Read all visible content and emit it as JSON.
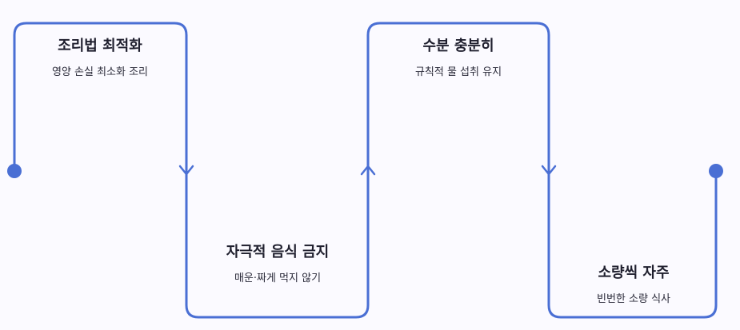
{
  "accent": "#4a6fd4",
  "steps": [
    {
      "title": "조리법 최적화",
      "desc": "영양 손실 최소화 조리"
    },
    {
      "title": "자극적 음식 금지",
      "desc": "매운·짜게 먹지 않기"
    },
    {
      "title": "수분 충분히",
      "desc": "규칙적 물 섭취 유지"
    },
    {
      "title": "소량씩 자주",
      "desc": "빈번한 소량 식사"
    }
  ]
}
